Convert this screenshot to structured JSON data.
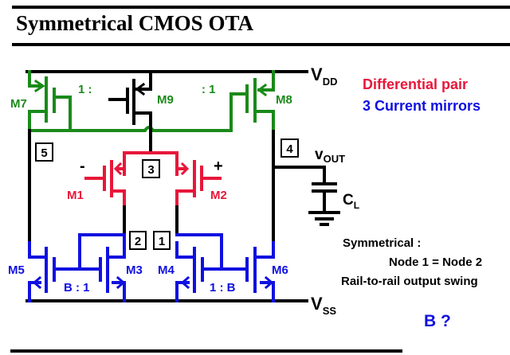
{
  "title": "Symmetrical CMOS OTA",
  "colors": {
    "bias_mirror": "#1a8a1a",
    "diff_pair": "#e8173a",
    "nmos_mirror": "#1010e0",
    "wire": "#000000"
  },
  "rails": {
    "vdd": "V",
    "vdd_sub": "DD",
    "vss": "V",
    "vss_sub": "SS"
  },
  "output": {
    "label": "v",
    "sub": "OUT"
  },
  "load_cap": {
    "label": "C",
    "sub": "L"
  },
  "transistors": {
    "m1": "M1",
    "m2": "M2",
    "m3": "M3",
    "m4": "M4",
    "m5": "M5",
    "m6": "M6",
    "m7": "M7",
    "m8": "M8",
    "m9": "M9"
  },
  "ratios": {
    "m7_side": "1 :",
    "m8_side": ": 1",
    "m5_m3": "B : 1",
    "m4_m6": "1 : B"
  },
  "inputs": {
    "minus": "-",
    "plus": "+"
  },
  "nodes": [
    "1",
    "2",
    "3",
    "4",
    "5"
  ],
  "legend": {
    "diff_pair": "Differential pair",
    "mirrors": "3 Current mirrors"
  },
  "notes": {
    "line1": "Symmetrical :",
    "line2": "Node 1 = Node 2",
    "line3": "Rail-to-rail output swing",
    "question": "B ?"
  }
}
